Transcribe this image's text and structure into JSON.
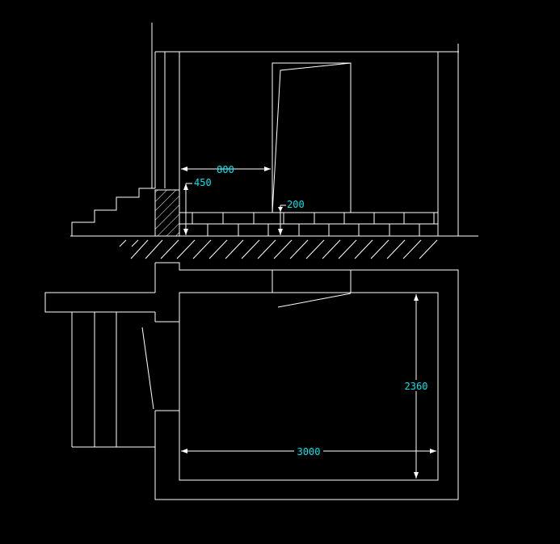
{
  "drawing": {
    "background": "#000000",
    "line_color": "#ffffff",
    "dimension_text_color": "#00e5ee",
    "floor_line_color": "#e8e840",
    "dimensions": {
      "door_offset": "800",
      "step_height": "450",
      "floor_thickness": "200",
      "room_depth": "2360",
      "room_width": "3000"
    }
  }
}
